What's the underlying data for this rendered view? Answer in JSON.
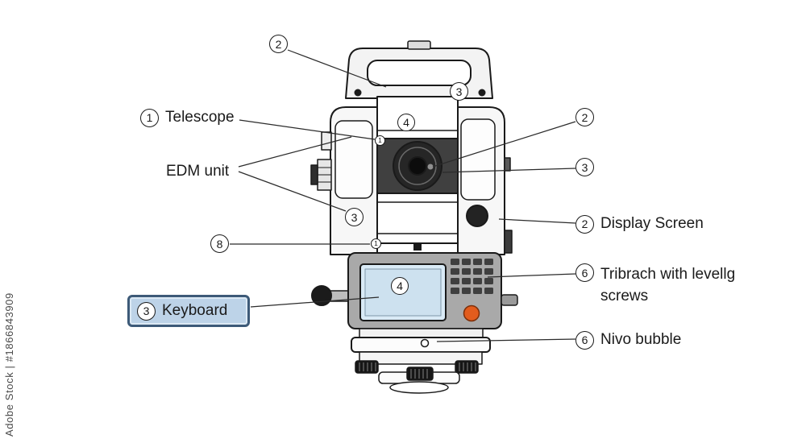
{
  "watermark": {
    "text": "Adobe Stock | #1866843909"
  },
  "callouts": {
    "top_handle": {
      "num": "2"
    },
    "top_right": {
      "num": "3"
    },
    "telescope": {
      "num": "1",
      "label": "Telescope"
    },
    "edm": {
      "label": "EDM unit"
    },
    "edm_num": {
      "num": "3"
    },
    "upper_center": {
      "num": "4"
    },
    "pin_top": {
      "num": "1"
    },
    "lens_right": {
      "num": "2"
    },
    "lens_right2": {
      "num": "3"
    },
    "display": {
      "num": "2",
      "label": "Display Screen"
    },
    "left_eight": {
      "num": "8"
    },
    "pin_mid": {
      "num": "1"
    },
    "tribrach": {
      "num": "6",
      "label_line1": "Tribrach with levellg",
      "label_line2": "screws"
    },
    "keyboard": {
      "num": "3",
      "label": "Keyboard"
    },
    "screen": {
      "num": "4"
    },
    "nivo": {
      "num": "6",
      "label": "Nivo bubble"
    }
  }
}
